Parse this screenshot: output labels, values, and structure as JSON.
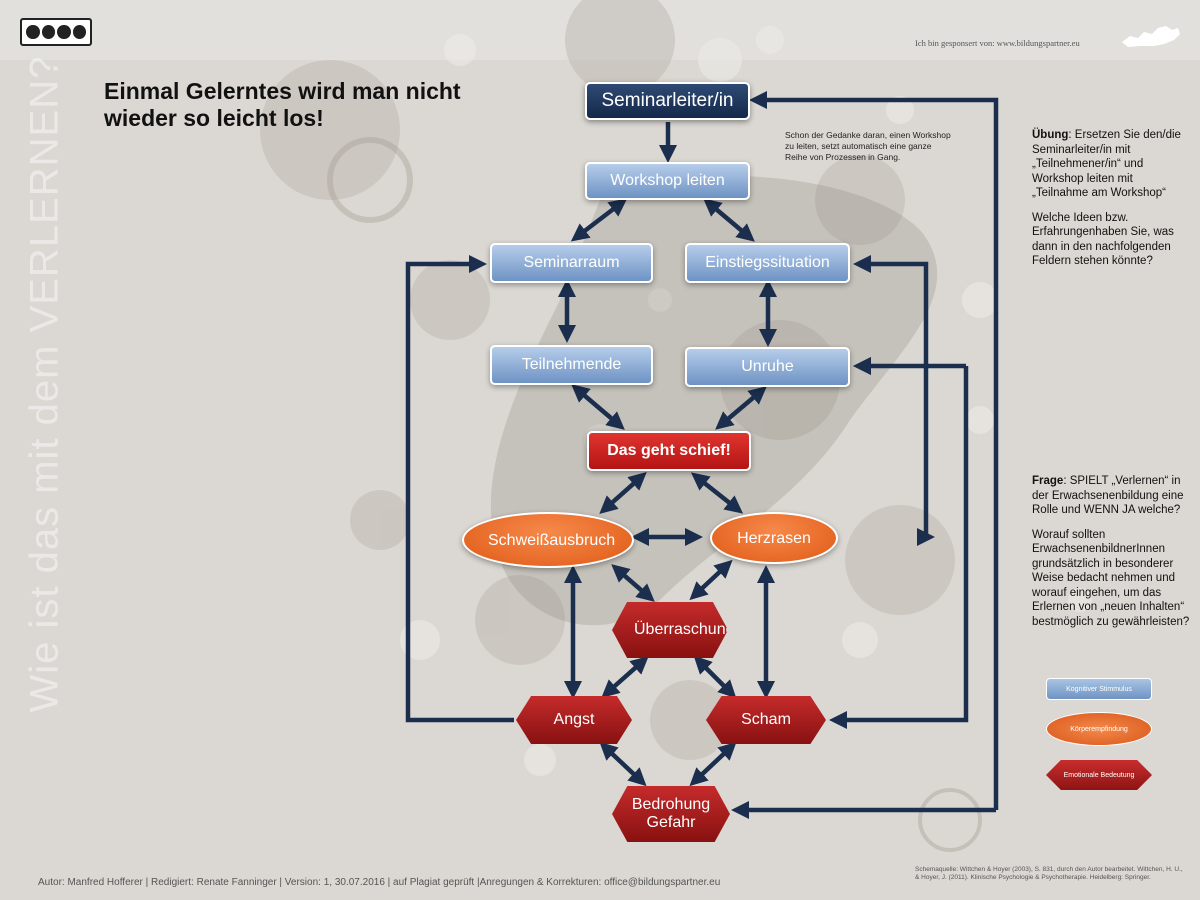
{
  "header": {
    "license_labels": [
      "BY",
      "NC",
      "ND"
    ],
    "sponsor": "Ich bin gesponsert von: www.bildungspartner.eu"
  },
  "vertical_title": "Wie ist das mit dem VERLERNEN?",
  "title": "Einmal Gelerntes wird man nicht wieder so leicht los!",
  "note_top": "Schon der Gedanke daran, einen Workshop zu leiten, setzt automatisch eine ganze Reihe von Prozessen in Gang.",
  "right_panel": {
    "uebung_label": "Übung",
    "uebung_text": ": Ersetzen Sie den/die Seminarleiter/in mit „Teilnehmener/in“ und Workshop leiten mit „Teilnahme am Workshop“",
    "uebung_question": "Welche Ideen bzw. Erfahrungenhaben Sie, was dann in den nachfolgenden Feldern stehen könnte?",
    "frage_label": "Frage",
    "frage_text": ": SPIELT „Verlernen“ in der Erwachsenenbildung eine Rolle und WENN JA welche?",
    "frage_question": "Worauf sollten ErwachsenenbildnerInnen grundsätzlich in besonderer Weise bedacht nehmen und worauf eingehen, um das Erlernen von „neuen Inhalten“ bestmöglich zu gewährleisten?"
  },
  "legend": {
    "blue": "Kognitiver Stimmulus",
    "orange": "Körperempfindung",
    "red": "Emotionale Bedeutung"
  },
  "nodes": {
    "seminarleiter": "Seminarleiter/in",
    "workshop": "Workshop leiten",
    "seminarraum": "Seminarraum",
    "einstieg": "Einstiegssituation",
    "teilnehmende": "Teilnehmende",
    "unruhe": "Unruhe",
    "schief": "Das geht schief!",
    "schweiss": "Schweißausbruch",
    "herzrasen": "Herzrasen",
    "ueberraschung": "Überraschung",
    "angst": "Angst",
    "scham": "Scham",
    "bedrohung": "Bedrohung Gefahr"
  },
  "footer": "Autor: Manfred Hofferer | Redigiert: Renate Fanninger | Version: 1, 30.07.2016 | auf Plagiat geprüft |Anregungen & Korrekturen: office@bildungspartner.eu",
  "source": "Schemaquelle: Wittchen & Hoyer (2003), S. 831, durch den Autor bearbeitet. Wittchen, H. U., & Hoyer, J. (2011). Klinische Psychologie & Psychotherapie. Heidelberg: Springer."
}
